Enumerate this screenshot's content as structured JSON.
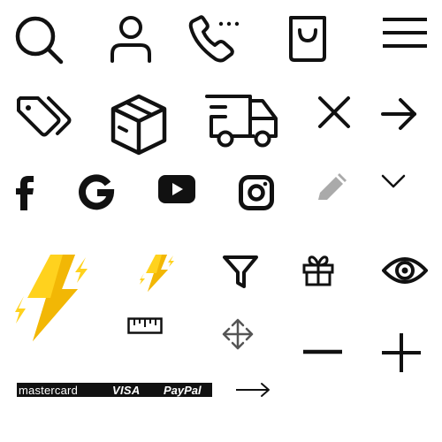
{
  "icons": [
    "search-icon",
    "user-icon",
    "phone-calling-icon",
    "shopping-bag-icon",
    "hamburger-menu-icon",
    "tags-icon",
    "package-box-icon",
    "delivery-truck-icon",
    "close-icon",
    "arrow-right-icon",
    "facebook-icon",
    "google-icon",
    "youtube-icon",
    "instagram-icon",
    "pencil-icon",
    "chevron-down-icon",
    "lightning-large-icon",
    "lightning-small-icon",
    "filter-icon",
    "gift-icon",
    "eye-icon",
    "ruler-icon",
    "move-arrows-icon",
    "minus-icon",
    "plus-icon",
    "long-arrow-right-icon"
  ],
  "colors": {
    "stroke": "#111111",
    "bolt_light": "#FFD21E",
    "bolt_dark": "#F2B705",
    "pencil": "#AAAAAA",
    "move": "#555555"
  },
  "payment": {
    "mastercard": "mastercard",
    "visa": "VISA",
    "paypal": "PayPal"
  }
}
